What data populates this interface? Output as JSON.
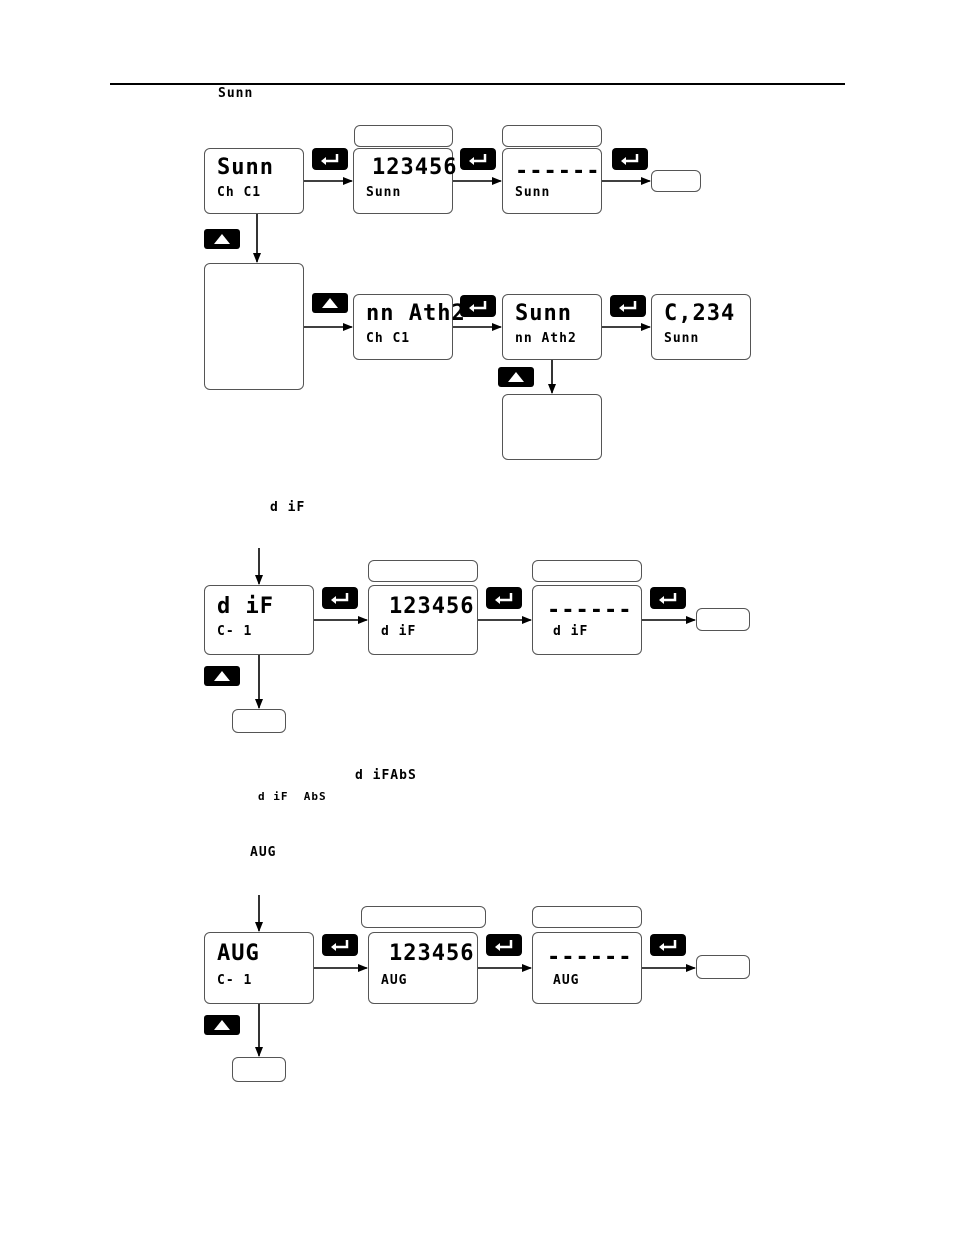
{
  "section1": {
    "heading_code": "Sunn",
    "box_main": {
      "line1": "Sunn",
      "line2": "Ch C1"
    },
    "box_value": {
      "line1": "123456",
      "line2": "Sunn"
    },
    "box_reset": {
      "line1": "------",
      "line2": "Sunn"
    },
    "box_math": {
      "line1": "nn Ath2",
      "line2": "Ch C1"
    },
    "box_sum_math": {
      "line1": "Sunn",
      "line2": "nn Ath2"
    },
    "box_c234": {
      "line1": "C,234",
      "line2": "Sunn"
    }
  },
  "section2": {
    "heading_code": "d iF",
    "box_main": {
      "line1": "d iF",
      "line2": "C- 1"
    },
    "box_value": {
      "line1": "123456",
      "line2": "d iF"
    },
    "box_reset": {
      "line1": "------",
      "line2": "d iF"
    }
  },
  "section3": {
    "code1": "d iFAbS",
    "code2": "d iF  AbS"
  },
  "section4": {
    "heading_code": "AUG",
    "box_main": {
      "line1": "AUG",
      "line2": "C- 1"
    },
    "box_value": {
      "line1": "123456",
      "line2": "AUG"
    },
    "box_reset": {
      "line1": "------",
      "line2": "AUG"
    }
  },
  "icons": {
    "enter": "enter-key-icon",
    "up": "up-arrow-key-icon"
  }
}
